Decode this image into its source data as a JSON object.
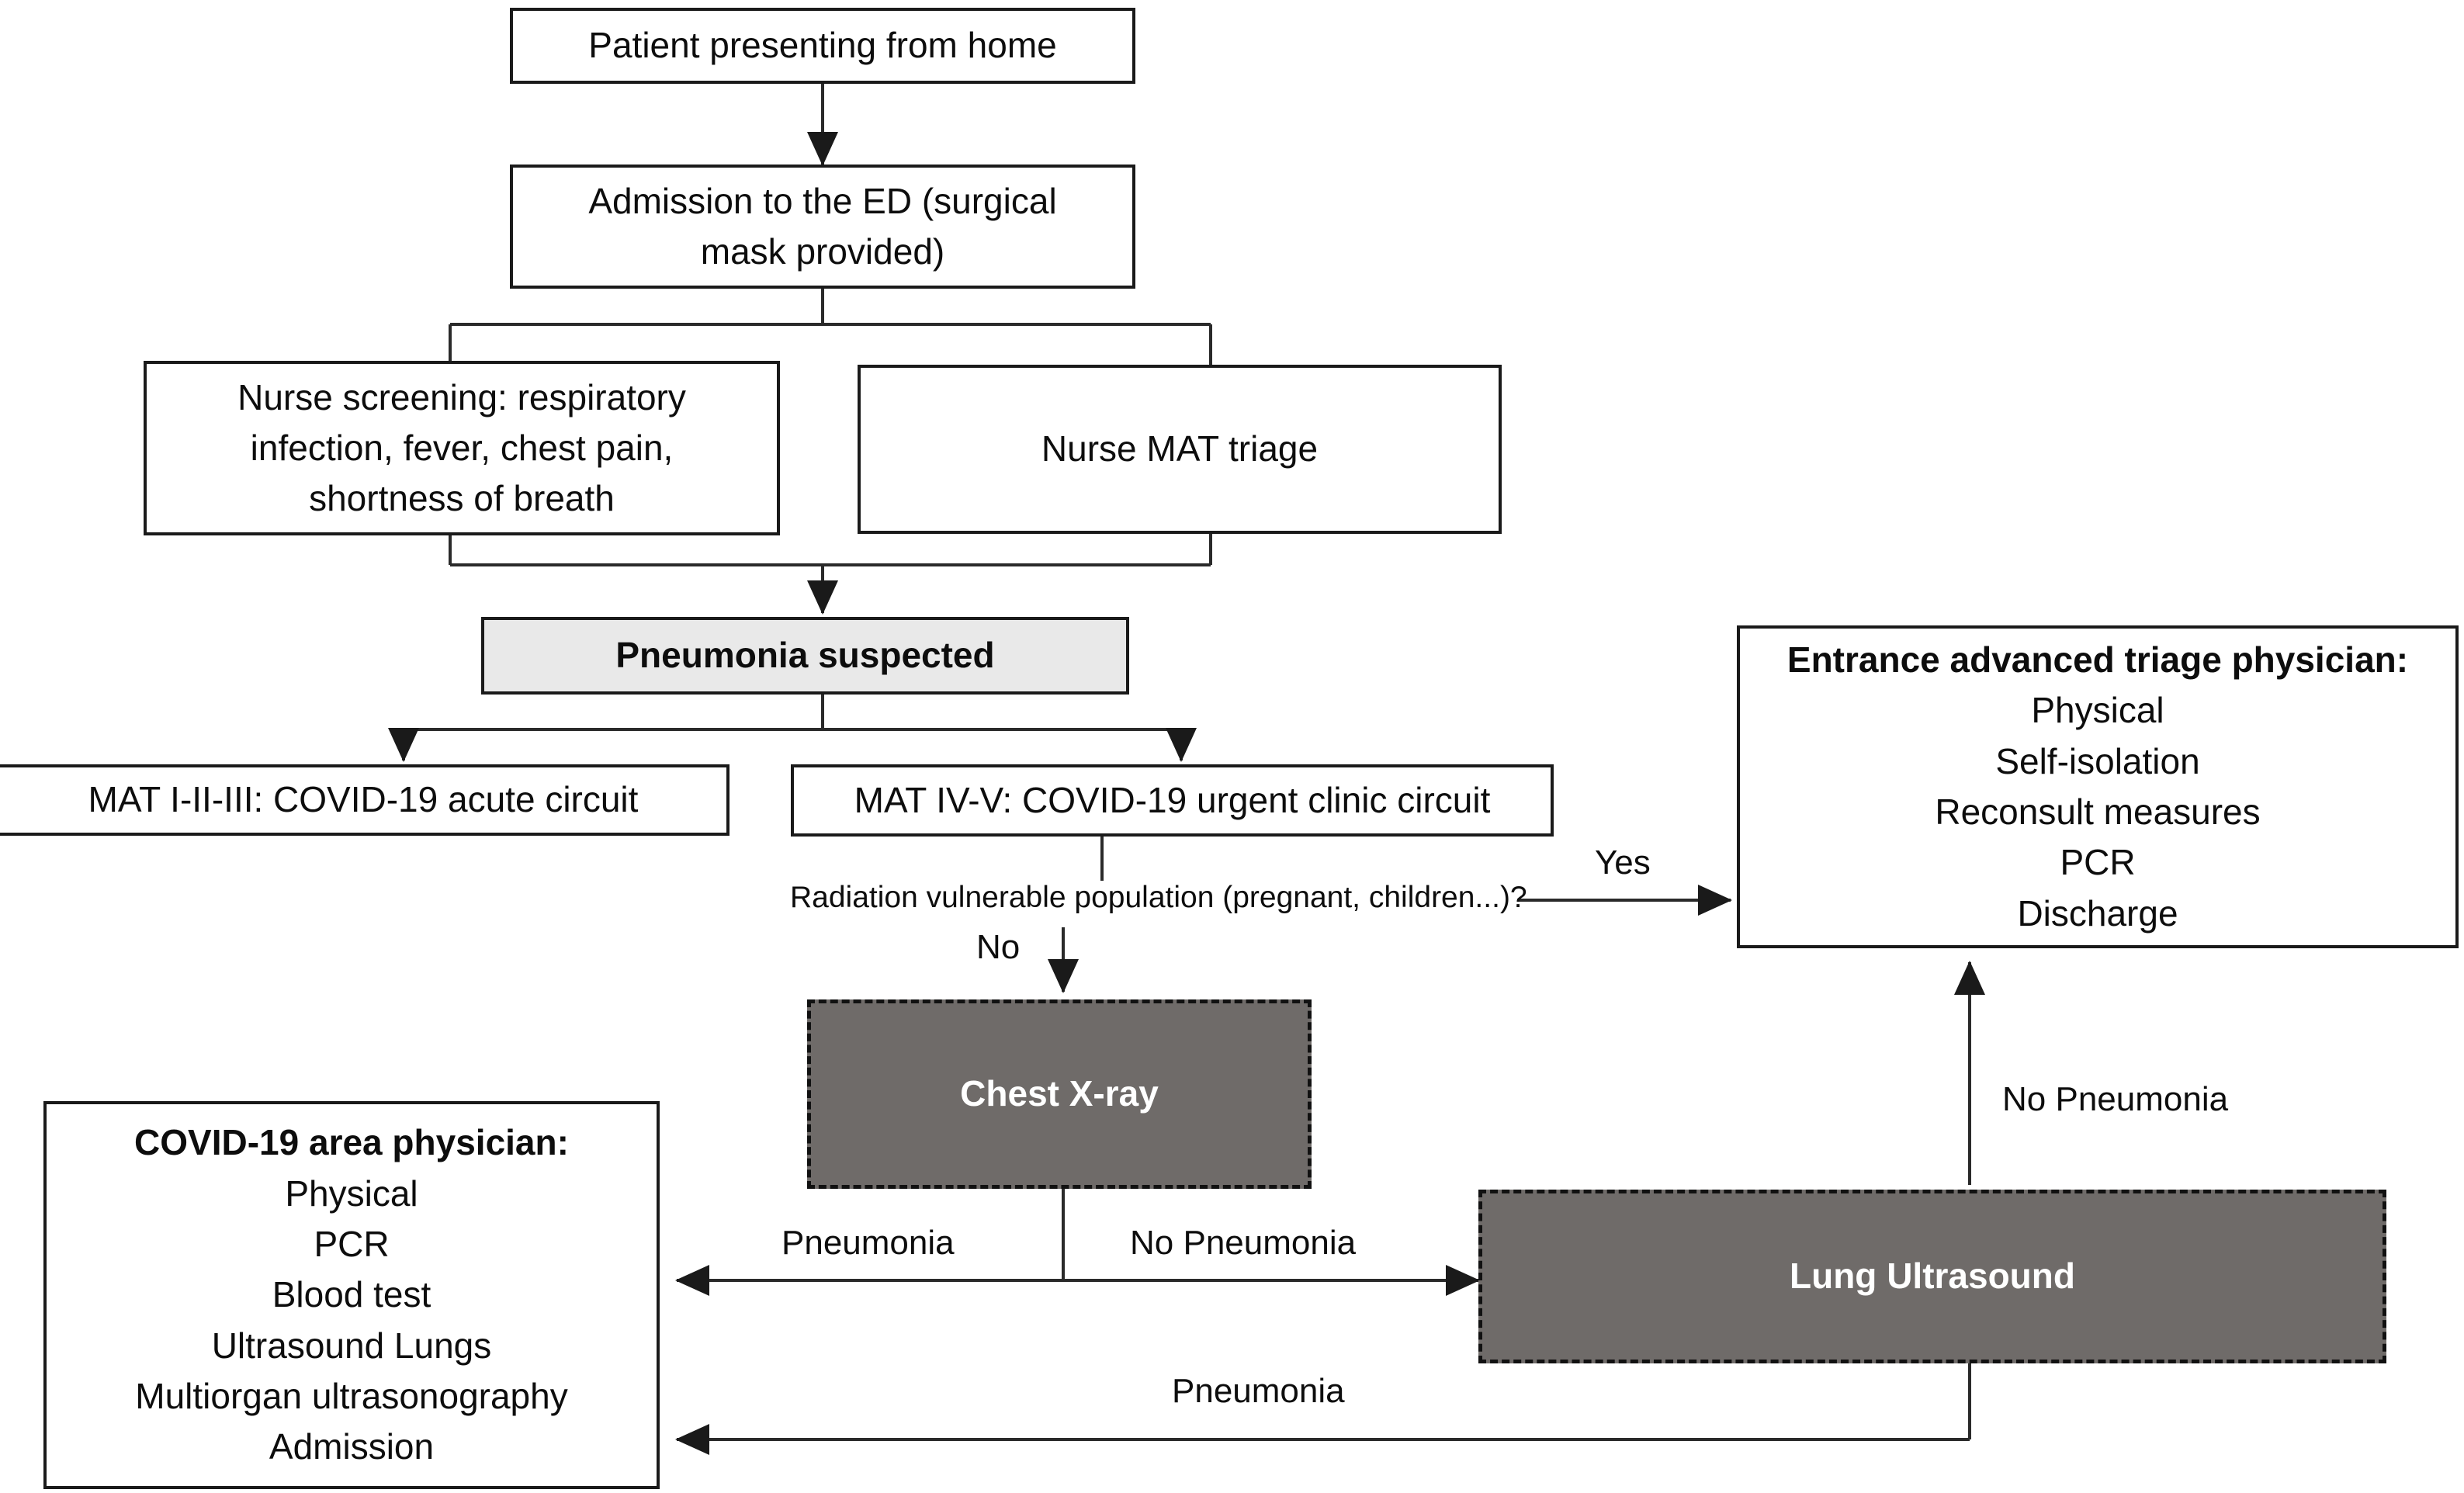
{
  "diagram": {
    "title": "Emergency Department COVID-19 triage and imaging pathway flowchart",
    "colors": {
      "stroke": "#1a1a1a",
      "text": "#0d0d0d",
      "node_fill": "#ffffff",
      "accent_fill": "#e9e9e9",
      "imaging_fill": "#6f6b69",
      "imaging_text": "#ffffff"
    }
  },
  "nodes": {
    "patient_home": {
      "label": "Patient presenting from home"
    },
    "admission_ed": {
      "line1": "Admission to the ED (surgical",
      "line2": "mask provided)"
    },
    "nurse_screening": {
      "line1": "Nurse screening: respiratory",
      "line2": "infection, fever, chest pain,",
      "line3": "shortness of breath"
    },
    "nurse_mat_triage": {
      "label": "Nurse MAT triage"
    },
    "pneumonia_suspected": {
      "label": "Pneumonia suspected"
    },
    "mat_acute": {
      "label": "MAT I-II-III: COVID-19 acute circuit"
    },
    "mat_urgent": {
      "label": "MAT IV-V: COVID-19 urgent clinic circuit"
    },
    "chest_xray": {
      "label": "Chest X-ray"
    },
    "lung_ultrasound": {
      "label": "Lung Ultrasound"
    },
    "entrance_triage": {
      "heading": "Entrance advanced triage physician:",
      "items": [
        "Physical",
        "Self-isolation",
        "Reconsult measures",
        "PCR",
        "Discharge"
      ]
    },
    "covid_area": {
      "heading": "COVID-19 area physician:",
      "items": [
        "Physical",
        "PCR",
        "Blood test",
        "Ultrasound Lungs",
        "Multiorgan ultrasonography",
        "Admission"
      ]
    }
  },
  "decisions": {
    "radiation_question": {
      "text": "Radiation vulnerable population (pregnant, children...)?"
    }
  },
  "edge_labels": {
    "radiation_yes": "Yes",
    "radiation_no": "No",
    "xray_pneumonia": "Pneumonia",
    "xray_no_pneumonia": "No Pneumonia",
    "lus_no_pneumonia": "No Pneumonia",
    "lus_pneumonia": "Pneumonia"
  }
}
